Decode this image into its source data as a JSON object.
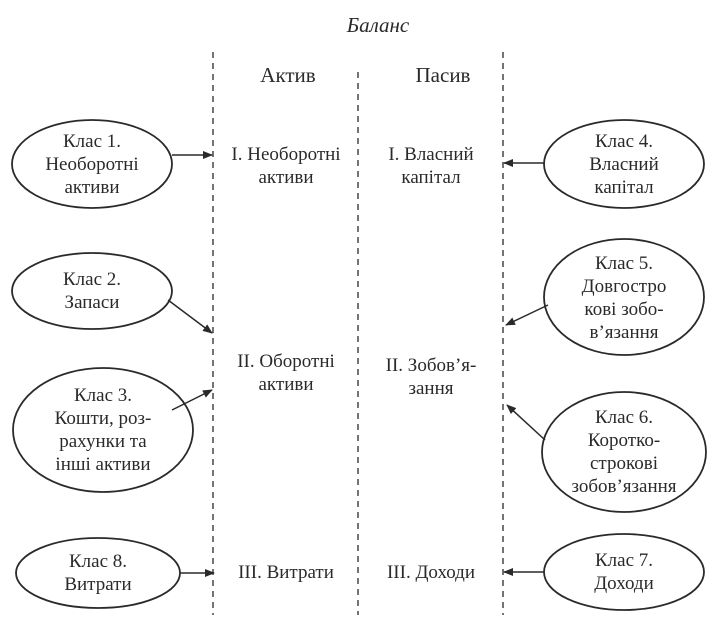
{
  "title": "Баланс",
  "headers": {
    "assets": "Актив",
    "liabilities": "Пасив"
  },
  "sections": {
    "assets": [
      {
        "lines": [
          "І. Необоротні",
          "активи"
        ]
      },
      {
        "lines": [
          "ІІ. Оборотні",
          "активи"
        ]
      },
      {
        "lines": [
          "ІІІ. Витрати"
        ]
      }
    ],
    "liabilities": [
      {
        "lines": [
          "І. Власний",
          "капітал"
        ]
      },
      {
        "lines": [
          "ІІ. Зобов’я-",
          "зання"
        ]
      },
      {
        "lines": [
          "ІІІ. Доходи"
        ]
      }
    ]
  },
  "classes_left": [
    {
      "lines": [
        "Клас 1.",
        "Необоротні",
        "активи"
      ]
    },
    {
      "lines": [
        "Клас 2.",
        "Запаси"
      ]
    },
    {
      "lines": [
        "Клас 3.",
        "Кошти, роз-",
        "рахунки та",
        "інші активи"
      ]
    },
    {
      "lines": [
        "Клас 8.",
        "Витрати"
      ]
    }
  ],
  "classes_right": [
    {
      "lines": [
        "Клас 4.",
        "Власний",
        "капітал"
      ]
    },
    {
      "lines": [
        "Клас 5.",
        "Довгостро",
        "кові зобо-",
        "в’язання"
      ]
    },
    {
      "lines": [
        "Клас 6.",
        "Коротко-",
        "строкові",
        "зобов’язання"
      ]
    },
    {
      "lines": [
        "Клас 7.",
        "Доходи"
      ]
    }
  ],
  "colors": {
    "ink": "#2a2a2a",
    "background": "#ffffff"
  }
}
